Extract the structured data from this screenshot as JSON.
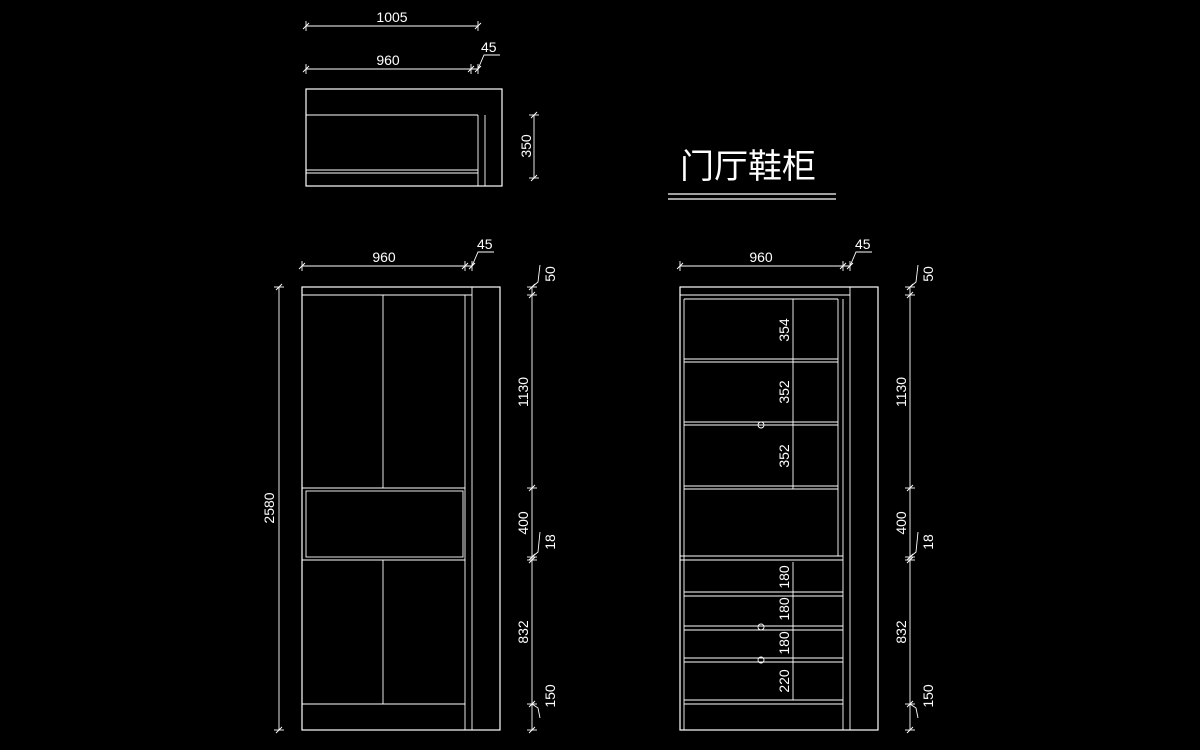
{
  "title": "门厅鞋柜",
  "colors": {
    "background": "#000000",
    "lines": "#ffffff"
  },
  "plan": {
    "total_width": "1005",
    "body_width": "960",
    "side_width": "45",
    "depth": "350"
  },
  "front": {
    "width": "960",
    "side": "45",
    "overall_height": "2580",
    "heights": [
      "50",
      "1130",
      "400",
      "18",
      "832",
      "150"
    ]
  },
  "section": {
    "width": "960",
    "side": "45",
    "heights": [
      "50",
      "1130",
      "400",
      "18",
      "832",
      "150"
    ],
    "upper_shelves": [
      "354",
      "352",
      "352"
    ],
    "lower_shelves": [
      "180",
      "180",
      "180",
      "220"
    ]
  }
}
